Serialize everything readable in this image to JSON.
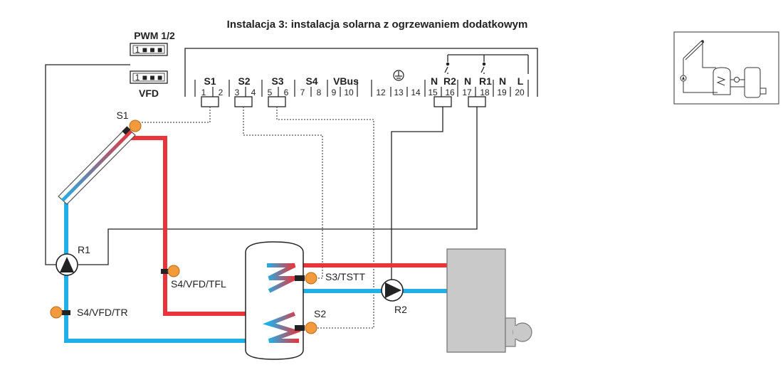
{
  "title": "Instalacja 3: instalacja solarna z ogrzewaniem dodatkowym",
  "connector": {
    "pwm_label": "PWM 1/2",
    "vfd_label": "VFD",
    "pins": "1 ■ ■ ■"
  },
  "controller": {
    "groups": [
      {
        "label": "S1"
      },
      {
        "label": "S2"
      },
      {
        "label": "S3"
      },
      {
        "label": "S4"
      },
      {
        "label": "VBus"
      },
      {
        "label": "N"
      },
      {
        "label": "R2"
      },
      {
        "label": "N"
      },
      {
        "label": "R1"
      },
      {
        "label": "N"
      },
      {
        "label": "L"
      }
    ],
    "terminals": [
      "1",
      "2",
      "3",
      "4",
      "5",
      "6",
      "7",
      "8",
      "9",
      "10",
      "12",
      "13",
      "14",
      "15",
      "16",
      "17",
      "18",
      "19",
      "20"
    ]
  },
  "sensors": {
    "s1": "S1",
    "s2": "S2",
    "s3": "S3/TSTT",
    "s4_tfl": "S4/VFD/TFL",
    "s4_tr": "S4/VFD/TR"
  },
  "pumps": {
    "r1": "R1",
    "r2": "R2"
  },
  "colors": {
    "hot": "#e8343a",
    "cold": "#22aee6",
    "sensor": "#f39a3c",
    "boiler": "#c9c9c9",
    "line": "#222222"
  }
}
